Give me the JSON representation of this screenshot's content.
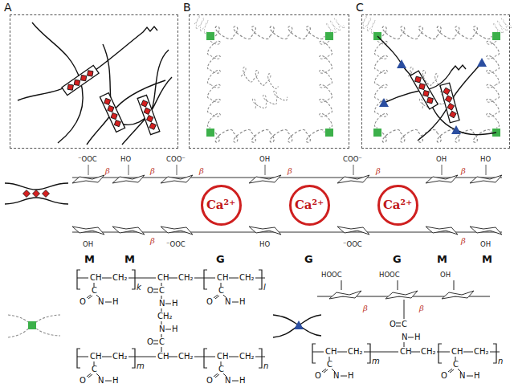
{
  "diagram": {
    "nodes": [
      {
        "text": [
          "A"
        ]
      },
      {
        "text": [
          "B"
        ]
      },
      {
        "text": [
          "C"
        ]
      },
      {
        "text": [
          "Ca²⁺"
        ]
      },
      {
        "text": [
          "Ca²⁺"
        ]
      },
      {
        "text": [
          "Ca²⁺"
        ]
      }
    ],
    "labels": [
      "M",
      "M",
      "G",
      "G",
      "G",
      "M",
      "M",
      "β",
      "β",
      "β",
      "β",
      "β",
      "β",
      "β",
      "β",
      "⁻OOC",
      "HO",
      "COO⁻",
      "OH",
      "COO⁻",
      "OH",
      "HO",
      "OH",
      "⁻OOC",
      "HO",
      "⁻OOC",
      "OH",
      "CH",
      "CH₂",
      "C",
      "O",
      "N",
      "H",
      "k",
      "CH",
      "CH₂",
      "C",
      "O",
      "N",
      "H",
      "CH₂",
      "N",
      "H",
      "C",
      "O",
      "CH",
      "CH₂",
      "C",
      "O",
      "N",
      "H",
      "l",
      "CH",
      "CH₂",
      "C",
      "O",
      "N",
      "H",
      "m",
      "CH",
      "CH₂",
      "CH",
      "CH₂",
      "C",
      "O",
      "N",
      "H",
      "n",
      "HOOC",
      "HOOC",
      "OH",
      "β",
      "β",
      "C",
      "O",
      "N",
      "H",
      "CH",
      "CH₂",
      "C",
      "O",
      "N",
      "H",
      "m",
      "CH",
      "CH₂",
      "CH",
      "CH₂",
      "C",
      "O",
      "N",
      "H",
      "n"
    ]
  }
}
